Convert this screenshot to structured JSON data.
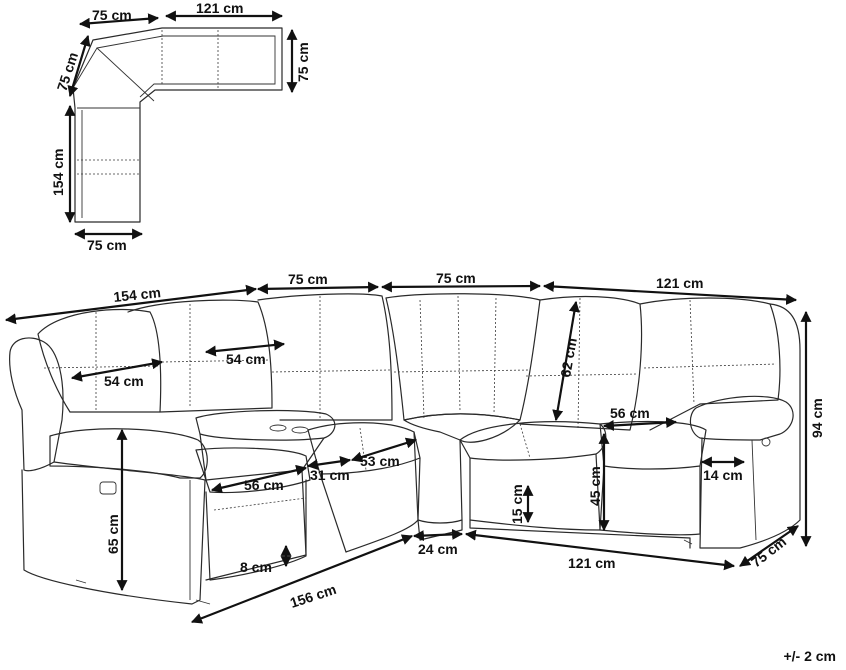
{
  "top_view": {
    "labels": {
      "top_left_width": "75 cm",
      "top_right_width": "121 cm",
      "left_diag_depth": "75 cm",
      "right_depth": "75 cm",
      "left_length": "154 cm",
      "bottom_width": "75 cm"
    }
  },
  "front_view": {
    "labels": {
      "total_left": "154 cm",
      "corner_left": "75 cm",
      "corner_right": "75 cm",
      "right_section": "121 cm",
      "back_height_right": "62 cm",
      "total_height": "94 cm",
      "backrest_width_1": "54 cm",
      "backrest_width_2": "54 cm",
      "seat_width_left": "56 cm",
      "console_width": "31 cm",
      "seat_width_mid": "53 cm",
      "seat_width_right": "56 cm",
      "armrest_width": "14 cm",
      "seat_height": "45 cm",
      "footrest_height": "15 cm",
      "seat_floor_height": "65 cm",
      "leg_height": "8 cm",
      "bottom_left_length": "156 cm",
      "corner_gap": "24 cm",
      "bottom_right_length": "121 cm",
      "right_depth": "75 cm"
    }
  },
  "tolerance": "+/- 2 cm"
}
